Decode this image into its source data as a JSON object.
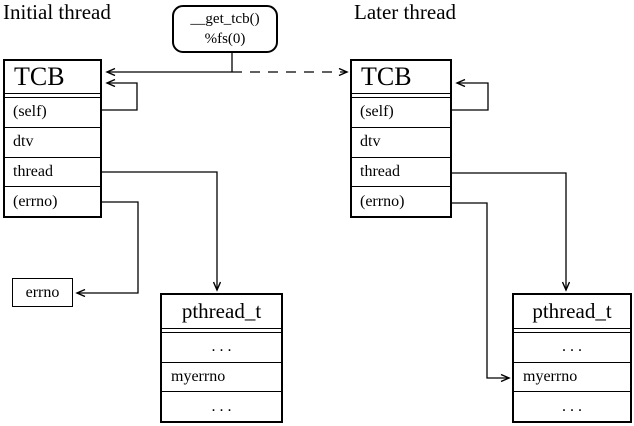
{
  "labels": {
    "initial_thread": "Initial thread",
    "later_thread": "Later thread"
  },
  "get_tcb_box": {
    "line1": "__get_tcb()",
    "line2": "%fs(0)"
  },
  "tcb_initial": {
    "header": "TCB",
    "rows": [
      "(self)",
      "dtv",
      "thread",
      "(errno)"
    ]
  },
  "tcb_later": {
    "header": "TCB",
    "rows": [
      "(self)",
      "dtv",
      "thread",
      "(errno)"
    ]
  },
  "errno_box": {
    "label": "errno"
  },
  "pthread_initial": {
    "header": "pthread_t",
    "rows": [
      ". . .",
      "myerrno",
      ". . ."
    ]
  },
  "pthread_later": {
    "header": "pthread_t",
    "rows": [
      ". . .",
      "myerrno",
      ". . ."
    ]
  },
  "colors": {
    "line": "#000000",
    "background": "#ffffff",
    "text": "#000000"
  }
}
